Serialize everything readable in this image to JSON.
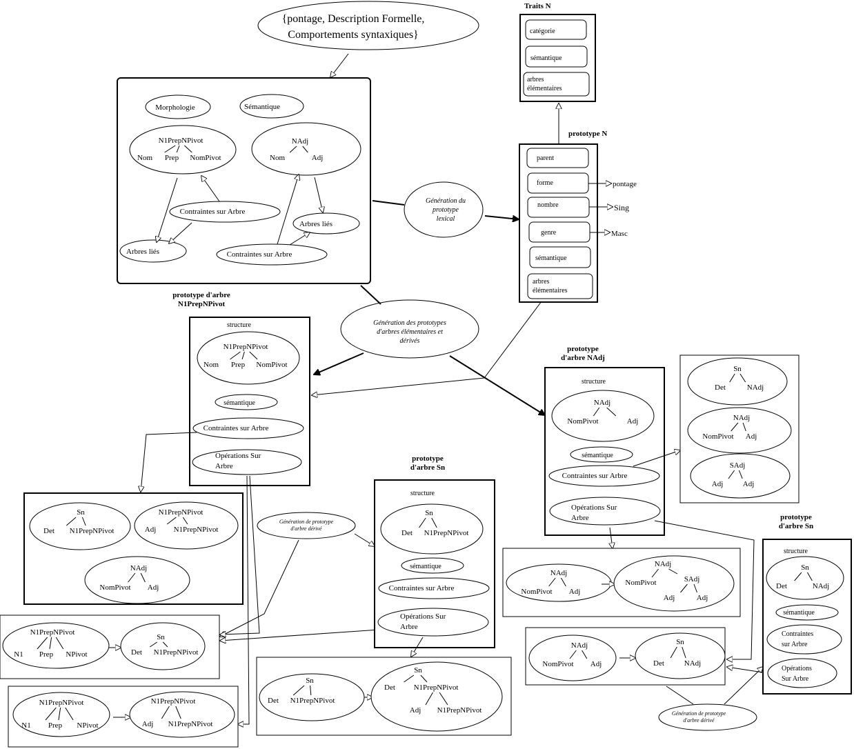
{
  "input_note": "{pontage, Description Formelle,\nComportements syntaxiques}",
  "traits_n": {
    "title": "Traits N",
    "items": [
      "catégorie",
      "sémantique",
      "arbres\nélémentaires"
    ]
  },
  "prototype_n": {
    "title": "prototype N",
    "items": [
      "parent",
      "forme",
      "nombre",
      "genre",
      "sémantique",
      "arbres\nélémentaires"
    ],
    "values": [
      "pontage",
      "Sing",
      "Masc"
    ]
  },
  "lexicon_box": {
    "morphologie": "Morphologie",
    "semantique": "Sémantique",
    "n1prepnpivot": {
      "root": "N1PrepNPivot",
      "leaves": [
        "Nom",
        "Prep",
        "NomPivot"
      ]
    },
    "nadj": {
      "root": "NAdj",
      "leaves": [
        "Nom",
        "Adj"
      ]
    },
    "contraintes_1": "Contraintes sur Arbre",
    "arbres_lies_1": "Arbres liés",
    "arbres_lies_2": "Arbres liés",
    "contraintes_2": "Contraintes sur Arbre"
  },
  "gen_lexical": "Génération du\nprototype\nlexical",
  "gen_elementaires": "Génération  des prototypes\nd'arbres élémentaires et\ndérivés",
  "proto_n1prepnpivot": {
    "title": "prototype d'arbre\nN1PrepNPivot",
    "structure": "structure",
    "tree": {
      "root": "N1PrepNPivot",
      "leaves": [
        "Nom",
        "Prep",
        "NomPivot"
      ]
    },
    "semantique": "sémantique",
    "contraintes": "Contraintes sur Arbre",
    "operations": "Opérations Sur\nArbre"
  },
  "trees_left": [
    {
      "root": "Sn",
      "leaves": [
        "Det",
        "N1PrepNPivot"
      ]
    },
    {
      "root": "N1PrepNPivot",
      "leaves": [
        "Adj",
        "N1PrepNPivot"
      ]
    },
    {
      "root": "NAdj",
      "leaves": [
        "NomPivot",
        "Adj"
      ]
    }
  ],
  "gen_derive_1": "Génération de prototype\nd'arbre dérivé",
  "gen_derive_2": "Génération de prototype\nd'arbre dérivé",
  "proto_sn_mid": {
    "title": "prototype\nd'arbre Sn",
    "structure": "structure",
    "tree": {
      "root": "Sn",
      "leaves": [
        "Det",
        "N1PrepNPivot"
      ]
    },
    "semantique": "sémantique",
    "contraintes": "Contraintes sur Arbre",
    "operations": "Opérations Sur\nArbre"
  },
  "op_left_1": {
    "a": {
      "root": "N1PrepNPivot",
      "leaves": [
        "N1",
        "Prep",
        "NPivot"
      ]
    },
    "b": {
      "root": "Sn",
      "leaves": [
        "Det",
        "N1PrepNPivot"
      ]
    }
  },
  "op_left_2": {
    "a": {
      "root": "N1PrepNPivot",
      "leaves": [
        "N1",
        "Prep",
        "NPivot"
      ]
    },
    "b": {
      "root": "N1PrepNPivot",
      "leaves": [
        "Adj",
        "N1PrepNPivot"
      ]
    }
  },
  "op_mid": {
    "a": {
      "root": "Sn",
      "leaves": [
        "Det",
        "N1PrepNPivot"
      ]
    },
    "b": {
      "root": "Sn",
      "leaves": [
        "Det",
        "N1PrepNPivot",
        "Adj",
        "N1PrepNPivot"
      ]
    }
  },
  "proto_nadj": {
    "title": "prototype\nd'arbre NAdj",
    "structure": "structure",
    "tree": {
      "root": "NAdj",
      "leaves": [
        "NomPivot",
        "Adj"
      ]
    },
    "semantique": "sémantique",
    "contraintes": "Contraintes sur Arbre",
    "operations": "Opérations Sur\nArbre"
  },
  "trees_right": [
    {
      "root": "Sn",
      "leaves": [
        "Det",
        "NAdj"
      ]
    },
    {
      "root": "NAdj",
      "leaves": [
        "NomPivot",
        "Adj"
      ]
    },
    {
      "root": "SAdj",
      "leaves": [
        "Adj",
        "Adj"
      ]
    }
  ],
  "op_right_1": {
    "a": {
      "root": "NAdj",
      "leaves": [
        "NomPivot",
        "Adj"
      ]
    },
    "b": {
      "root": "NAdj",
      "leaves": [
        "NomPivot",
        "SAdj",
        "Adj",
        "Adj"
      ]
    }
  },
  "op_right_2": {
    "a": {
      "root": "NAdj",
      "leaves": [
        "NomPivot",
        "Adj"
      ]
    },
    "b": {
      "root": "Sn",
      "leaves": [
        "Det",
        "NAdj"
      ]
    }
  },
  "proto_sn_right": {
    "title": "prototype\nd'arbre Sn",
    "structure": "structure",
    "tree": {
      "root": "Sn",
      "leaves": [
        "Det",
        "NAdj"
      ]
    },
    "semantique": "sémantique",
    "contraintes": "Contraintes\nsur Arbre",
    "operations": "Opérations\nSur Arbre"
  }
}
